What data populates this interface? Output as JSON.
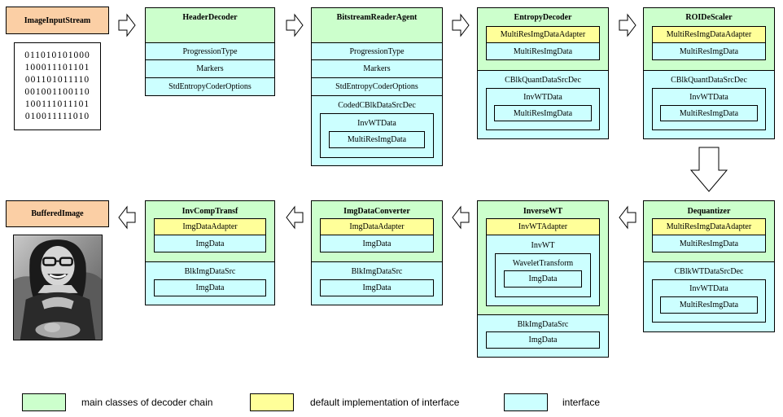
{
  "image_input_stream": {
    "title": "ImageInputStream",
    "bits": [
      "011010101000",
      "100011101101",
      "001101011110",
      "001001100110",
      "100111011101",
      "010011111010"
    ]
  },
  "header_decoder": {
    "title": "HeaderDecoder",
    "items": [
      "ProgressionType",
      "Markers",
      "StdEntropyCoderOptions"
    ]
  },
  "bitstream_reader_agent": {
    "title": "BitstreamReaderAgent",
    "items": [
      "ProgressionType",
      "Markers",
      "StdEntropyCoderOptions"
    ],
    "coded_src": "CodedCBlkDataSrcDec",
    "invwt_data": "InvWTData",
    "multires_img_data": "MultiResImgData"
  },
  "entropy_decoder": {
    "title": "EntropyDecoder",
    "adapter": "MultiResImgDataAdapter",
    "multires": "MultiResImgData",
    "src": "CBlkQuantDataSrcDec",
    "invwt_data": "InvWTData",
    "inner_multires": "MultiResImgData"
  },
  "roi_descaler": {
    "title": "ROIDeScaler",
    "adapter": "MultiResImgDataAdapter",
    "multires": "MultiResImgData",
    "src": "CBlkQuantDataSrcDec",
    "invwt_data": "InvWTData",
    "inner_multires": "MultiResImgData"
  },
  "dequantizer": {
    "title": "Dequantizer",
    "adapter": "MultiResImgDataAdapter",
    "multires": "MultiResImgData",
    "src": "CBlkWTDataSrcDec",
    "invwt_data": "InvWTData",
    "inner_multires": "MultiResImgData"
  },
  "inverse_wt": {
    "title": "InverseWT",
    "adapter": "InvWTAdapter",
    "invwt": "InvWT",
    "wavelet_transform": "WaveletTransform",
    "img_data": "ImgData",
    "src": "BlkImgDataSrc",
    "src_img_data": "ImgData"
  },
  "img_data_converter": {
    "title": "ImgDataConverter",
    "adapter": "ImgDataAdapter",
    "img_data": "ImgData",
    "src": "BlkImgDataSrc",
    "src_img_data": "ImgData"
  },
  "inv_comp_transf": {
    "title": "InvCompTransf",
    "adapter": "ImgDataAdapter",
    "img_data": "ImgData",
    "src": "BlkImgDataSrc",
    "src_img_data": "ImgData"
  },
  "buffered_image": {
    "title": "BufferedImage"
  },
  "legend": [
    {
      "label": "main classes of decoder chain",
      "color": "#ccffcc"
    },
    {
      "label": "default implementation of interface",
      "color": "#ffff99"
    },
    {
      "label": "interface",
      "color": "#ccffff"
    }
  ]
}
